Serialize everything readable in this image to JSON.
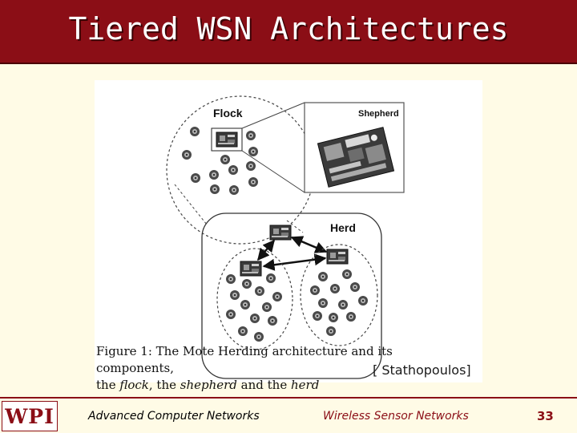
{
  "slide": {
    "title": "Tiered WSN Architectures",
    "citation": "[ Stathopoulos]"
  },
  "figure": {
    "labels": {
      "flock": "Flock",
      "shepherd": "Shepherd",
      "herd": "Herd"
    },
    "caption": {
      "prefix": "Figure 1:  The Mote Herding architecture and its components,",
      "line2_a": "the ",
      "flock_word": "flock",
      "line2_b": ", the ",
      "shepherd_word": "shepherd",
      "line2_c": " and the ",
      "herd_word": "herd"
    }
  },
  "footer": {
    "logo": "WPI",
    "course": "Advanced Computer Networks",
    "topic": "Wireless Sensor Networks",
    "page": "33"
  },
  "colors": {
    "title_bar": "#8b0e16",
    "background": "#fffbe6",
    "accent": "#8b0e16"
  }
}
